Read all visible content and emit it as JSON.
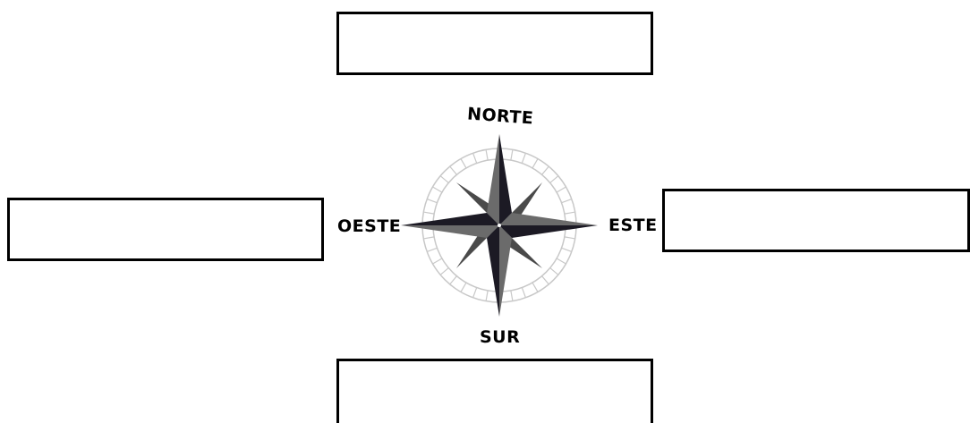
{
  "compass": {
    "north": "NORTE",
    "south": "SUR",
    "west": "OESTE",
    "east": "ESTE"
  },
  "answer_boxes": {
    "top": "",
    "left": "",
    "right": "",
    "bottom": ""
  },
  "colors": {
    "cardinal_point_dark": "#1c1a24",
    "cardinal_point_light": "#6b6b6b",
    "intercardinal_dark": "#4a4a4a",
    "intercardinal_light": "#8a8a8a",
    "ring": "#c8c8c8",
    "box_border": "#000000"
  }
}
